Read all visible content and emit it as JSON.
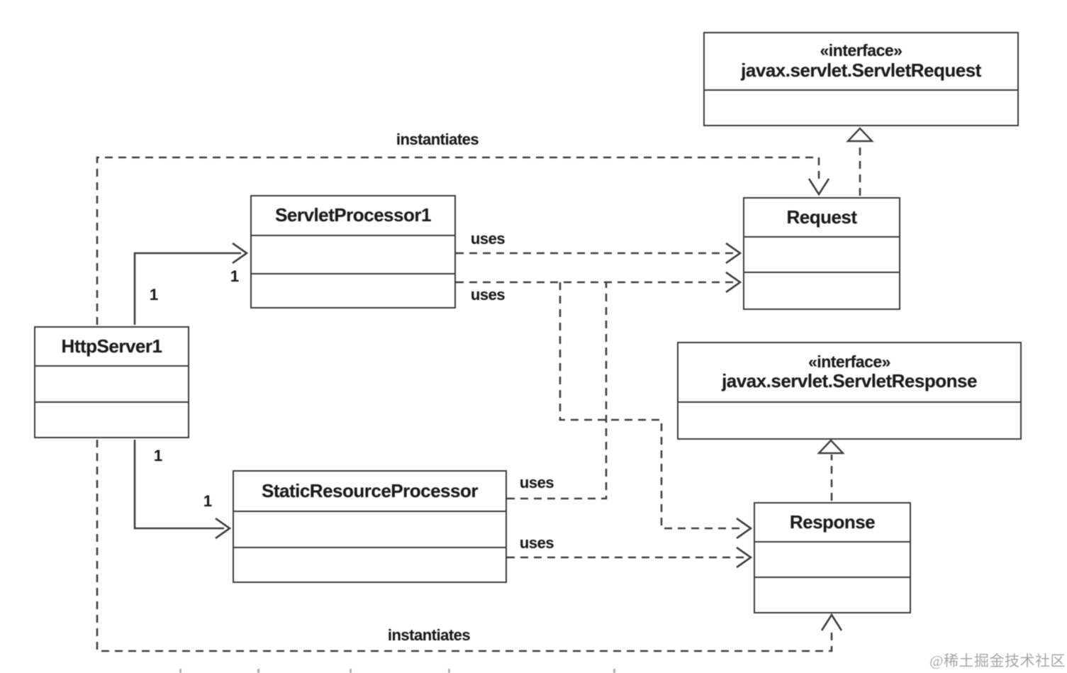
{
  "diagram": {
    "interfaces": {
      "servlet_request": {
        "stereotype": "«interface»",
        "name": "javax.servlet.ServletRequest"
      },
      "servlet_response": {
        "stereotype": "«interface»",
        "name": "javax.servlet.ServletResponse"
      }
    },
    "classes": {
      "http_server": "HttpServer1",
      "servlet_processor": "ServletProcessor1",
      "static_resource_processor": "StaticResourceProcessor",
      "request": "Request",
      "response": "Response"
    },
    "edge_labels": {
      "instantiates_top": "instantiates",
      "instantiates_bottom": "instantiates",
      "uses_sp_request": "uses",
      "uses_sp_response": "uses",
      "uses_srp_request": "uses",
      "uses_srp_response": "uses"
    },
    "multiplicities": {
      "sp_source": "1",
      "sp_target": "1",
      "srp_source": "1",
      "srp_target": "1"
    },
    "colors": {
      "line": "#3f3f3f",
      "text": "#1c1c1c",
      "watermark": "#a6a6a6",
      "background": "#ffffff"
    },
    "watermark": "@稀土掘金技术社区"
  }
}
